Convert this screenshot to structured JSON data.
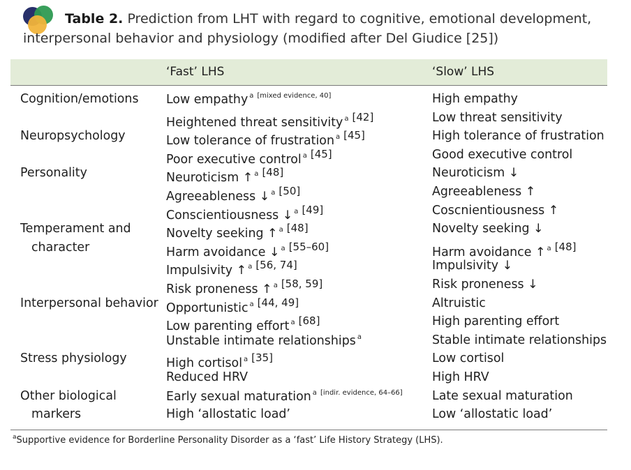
{
  "caption": {
    "label": "Table 2.",
    "text_line1": "Prediction from LHT with regard to cognitive, emotional development,",
    "text_line2": "interpersonal behavior and physiology (modified after Del Giudice [25])"
  },
  "header": {
    "col1": "",
    "col2": "‘Fast’ LHS",
    "col3": "‘Slow’ LHS"
  },
  "rows": [
    {
      "cat": "Cognition/emotions",
      "fast": "Low empathy",
      "sup": "a",
      "ref": "[mixed evidence, 40]",
      "small_ref": true,
      "slow": "High empathy"
    },
    {
      "cat": "",
      "fast": "Heightened threat sensitivity",
      "sup": "a",
      "ref": "[42]",
      "slow": "Low threat sensitivity"
    },
    {
      "cat": "Neuropsychology",
      "fast": "Low tolerance of frustration",
      "sup": "a",
      "ref": "[45]",
      "slow": "High tolerance of frustration"
    },
    {
      "cat": "",
      "fast": "Poor executive control",
      "sup": "a",
      "ref": "[45]",
      "slow": "Good executive control"
    },
    {
      "cat": "Personality",
      "fast": "Neuroticism ↑",
      "sup": "a",
      "ref": "[48]",
      "slow": "Neuroticism ↓"
    },
    {
      "cat": "",
      "fast": "Agreeableness ↓",
      "sup": "a",
      "ref": "[50]",
      "slow": "Agreeableness ↑"
    },
    {
      "cat": "",
      "fast": "Conscientiousness ↓",
      "sup": "a",
      "ref": "[49]",
      "slow": "Coscnientiousness ↑"
    },
    {
      "cat": "Temperament and",
      "fast": "Novelty seeking ↑",
      "sup": "a",
      "ref": "[48]",
      "slow": "Novelty seeking ↓"
    },
    {
      "cat": "character",
      "cat_indent": true,
      "fast": "Harm avoidance ↓",
      "sup": "a",
      "ref": "[55–60]",
      "slow": "Harm avoidance ↑",
      "slow_sup": "a",
      "slow_ref": "[48]"
    },
    {
      "cat": "",
      "fast": "Impulsivity ↑",
      "sup": "a",
      "ref": "[56, 74]",
      "slow": "Impulsivity ↓"
    },
    {
      "cat": "",
      "fast": "Risk proneness ↑",
      "sup": "a",
      "ref": "[58, 59]",
      "slow": "Risk proneness ↓"
    },
    {
      "cat": "Interpersonal behavior",
      "fast": "Opportunistic",
      "sup": "a",
      "ref": "[44, 49]",
      "slow": "Altruistic"
    },
    {
      "cat": "",
      "fast": "Low parenting effort",
      "sup": "a",
      "ref": "[68]",
      "slow": "High parenting effort"
    },
    {
      "cat": "",
      "fast": "Unstable intimate relationships",
      "sup": "a",
      "ref": "",
      "slow": "Stable intimate relationships"
    },
    {
      "cat": "Stress physiology",
      "fast": "High cortisol",
      "sup": "a",
      "ref": "[35]",
      "slow": "Low cortisol"
    },
    {
      "cat": "",
      "fast": "Reduced HRV",
      "sup": "",
      "ref": "",
      "slow": "High HRV"
    },
    {
      "cat": "Other biological",
      "fast": "Early sexual maturation",
      "sup": "a",
      "ref": "[indir. evidence, 64–66]",
      "small_ref": true,
      "slow": "Late sexual maturation"
    },
    {
      "cat": "markers",
      "cat_indent": true,
      "fast": "High ‘allostatic load’",
      "sup": "",
      "ref": "",
      "slow": "Low ‘allostatic load’"
    }
  ],
  "footnote": {
    "marker": "a",
    "text": "Supportive evidence for Borderline Personality Disorder as a ‘fast’ Life History Strategy (LHS)."
  }
}
